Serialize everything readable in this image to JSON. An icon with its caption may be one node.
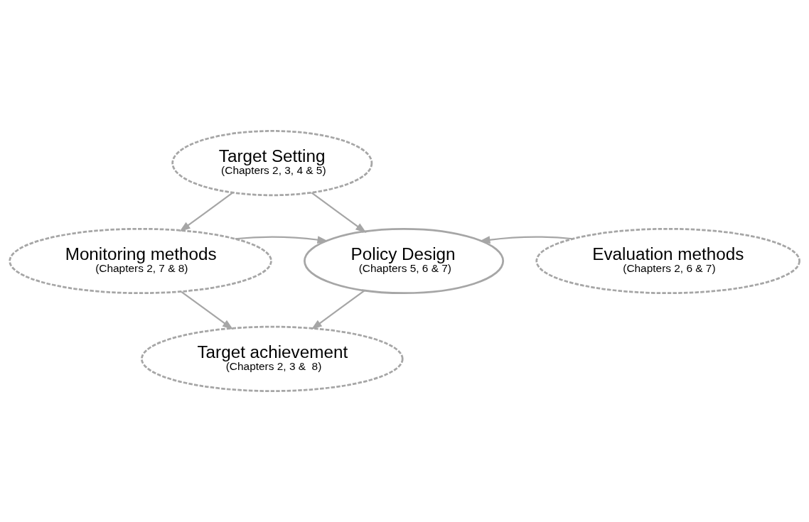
{
  "diagram": {
    "nodes": [
      {
        "text": [
          "Target Setting",
          "(Chapters 2, 3, 4 & 5)"
        ]
      },
      {
        "text": [
          "Monitoring methods",
          "(Chapters 2, 7 & 8)"
        ]
      },
      {
        "text": [
          "Policy Design",
          "(Chapters 5, 6 & 7)"
        ]
      },
      {
        "text": [
          "Evaluation methods",
          "(Chapters 2, 6 & 7)"
        ]
      },
      {
        "text": [
          "Target achievement",
          "(Chapters 2, 3 &  8)"
        ]
      }
    ],
    "edges": [
      {
        "from": 0,
        "to": 1,
        "arrow": "to"
      },
      {
        "from": 0,
        "to": 2,
        "arrow": "to"
      },
      {
        "from": 1,
        "to": 2,
        "arrow": "to"
      },
      {
        "from": 3,
        "to": 2,
        "arrow": "to"
      },
      {
        "from": 2,
        "to": 4,
        "arrow": "to"
      },
      {
        "from": 1,
        "to": 4,
        "arrow": "to"
      }
    ]
  }
}
